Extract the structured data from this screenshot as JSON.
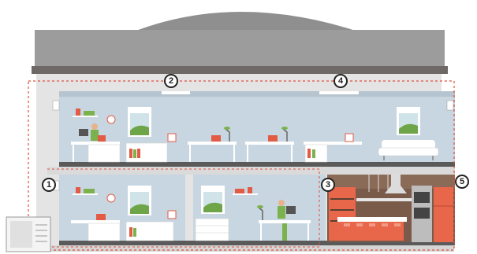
{
  "markers": [
    {
      "id": "marker-1",
      "label": "1"
    },
    {
      "id": "marker-2",
      "label": "2"
    },
    {
      "id": "marker-3",
      "label": "3"
    },
    {
      "id": "marker-4",
      "label": "4"
    },
    {
      "id": "marker-5",
      "label": "5"
    }
  ],
  "colors": {
    "roof": "#9a9a9a",
    "roof_dark": "#6f6a68",
    "wall": "#e6e6e6",
    "room_back": "#c9d7e2",
    "floor_slab": "#d9d9d9",
    "floor_dark": "#5b5b5b",
    "kitchen_orange": "#e8664a",
    "kitchen_wood": "#7b5a48",
    "chair_red": "#e25b45",
    "plant_green": "#7bb24d",
    "dashed_line": "#e0503c"
  }
}
